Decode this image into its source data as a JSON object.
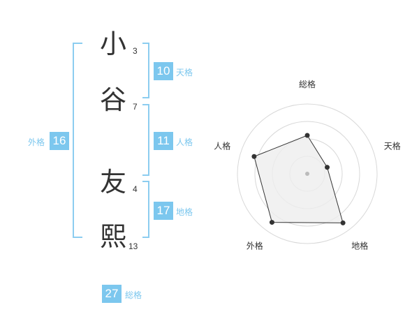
{
  "name": {
    "chars": [
      {
        "char": "小",
        "strokes": "3"
      },
      {
        "char": "谷",
        "strokes": "7"
      },
      {
        "char": "友",
        "strokes": "4"
      },
      {
        "char": "熙",
        "strokes": "13"
      }
    ]
  },
  "kaku": {
    "tenkaku": {
      "label": "天格",
      "value": "10"
    },
    "jinkaku": {
      "label": "人格",
      "value": "11"
    },
    "chikaku": {
      "label": "地格",
      "value": "17"
    },
    "gaikaku": {
      "label": "外格",
      "value": "16"
    },
    "soukaku": {
      "label": "総格",
      "value": "27"
    }
  },
  "chart_data": {
    "type": "radar",
    "axes": [
      "総格",
      "天格",
      "地格",
      "外格",
      "人格"
    ],
    "values": [
      0.55,
      0.3,
      0.87,
      0.86,
      0.8
    ],
    "rings": 4,
    "fill_color": "#eeeeee",
    "line_color": "#333333"
  }
}
